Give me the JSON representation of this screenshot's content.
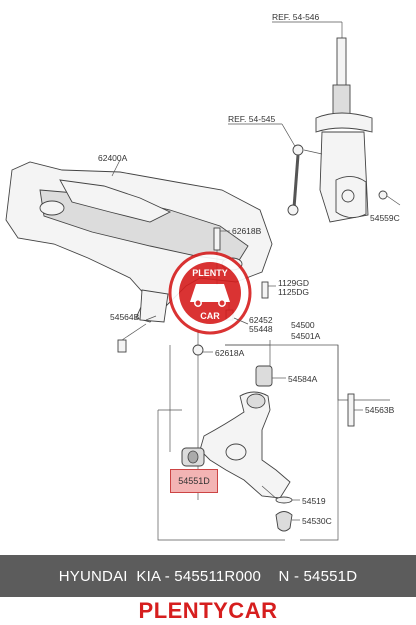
{
  "diagram": {
    "labels": {
      "ref_546": "REF. 54-546",
      "ref_545": "REF. 54-545",
      "p62400a": "62400A",
      "p54559c": "54559C",
      "p62618b": "62618B",
      "p1129gd": "1129GD",
      "p1125dg": "1125DG",
      "p54564b": "54564B",
      "p62452": "62452",
      "p55448": "55448",
      "p54500": "54500",
      "p54501a": "54501A",
      "p62618a": "62618A",
      "p54584a": "54584A",
      "p54563b": "54563B",
      "p54551d": "54551D",
      "p54519": "54519",
      "p54530c": "54530C"
    },
    "watermark": {
      "top_text": "PLENTY",
      "bottom_text": "CAR",
      "color": "#d61e1e"
    },
    "highlight_color": "#f3b4b4"
  },
  "footer": {
    "part_line": "HYUNDAI  KIA - 545511R000    N - 54551D",
    "bar_color": "#5c5c5c"
  },
  "brand": {
    "name": "PLENTYCAR",
    "color": "#d61e1e"
  }
}
